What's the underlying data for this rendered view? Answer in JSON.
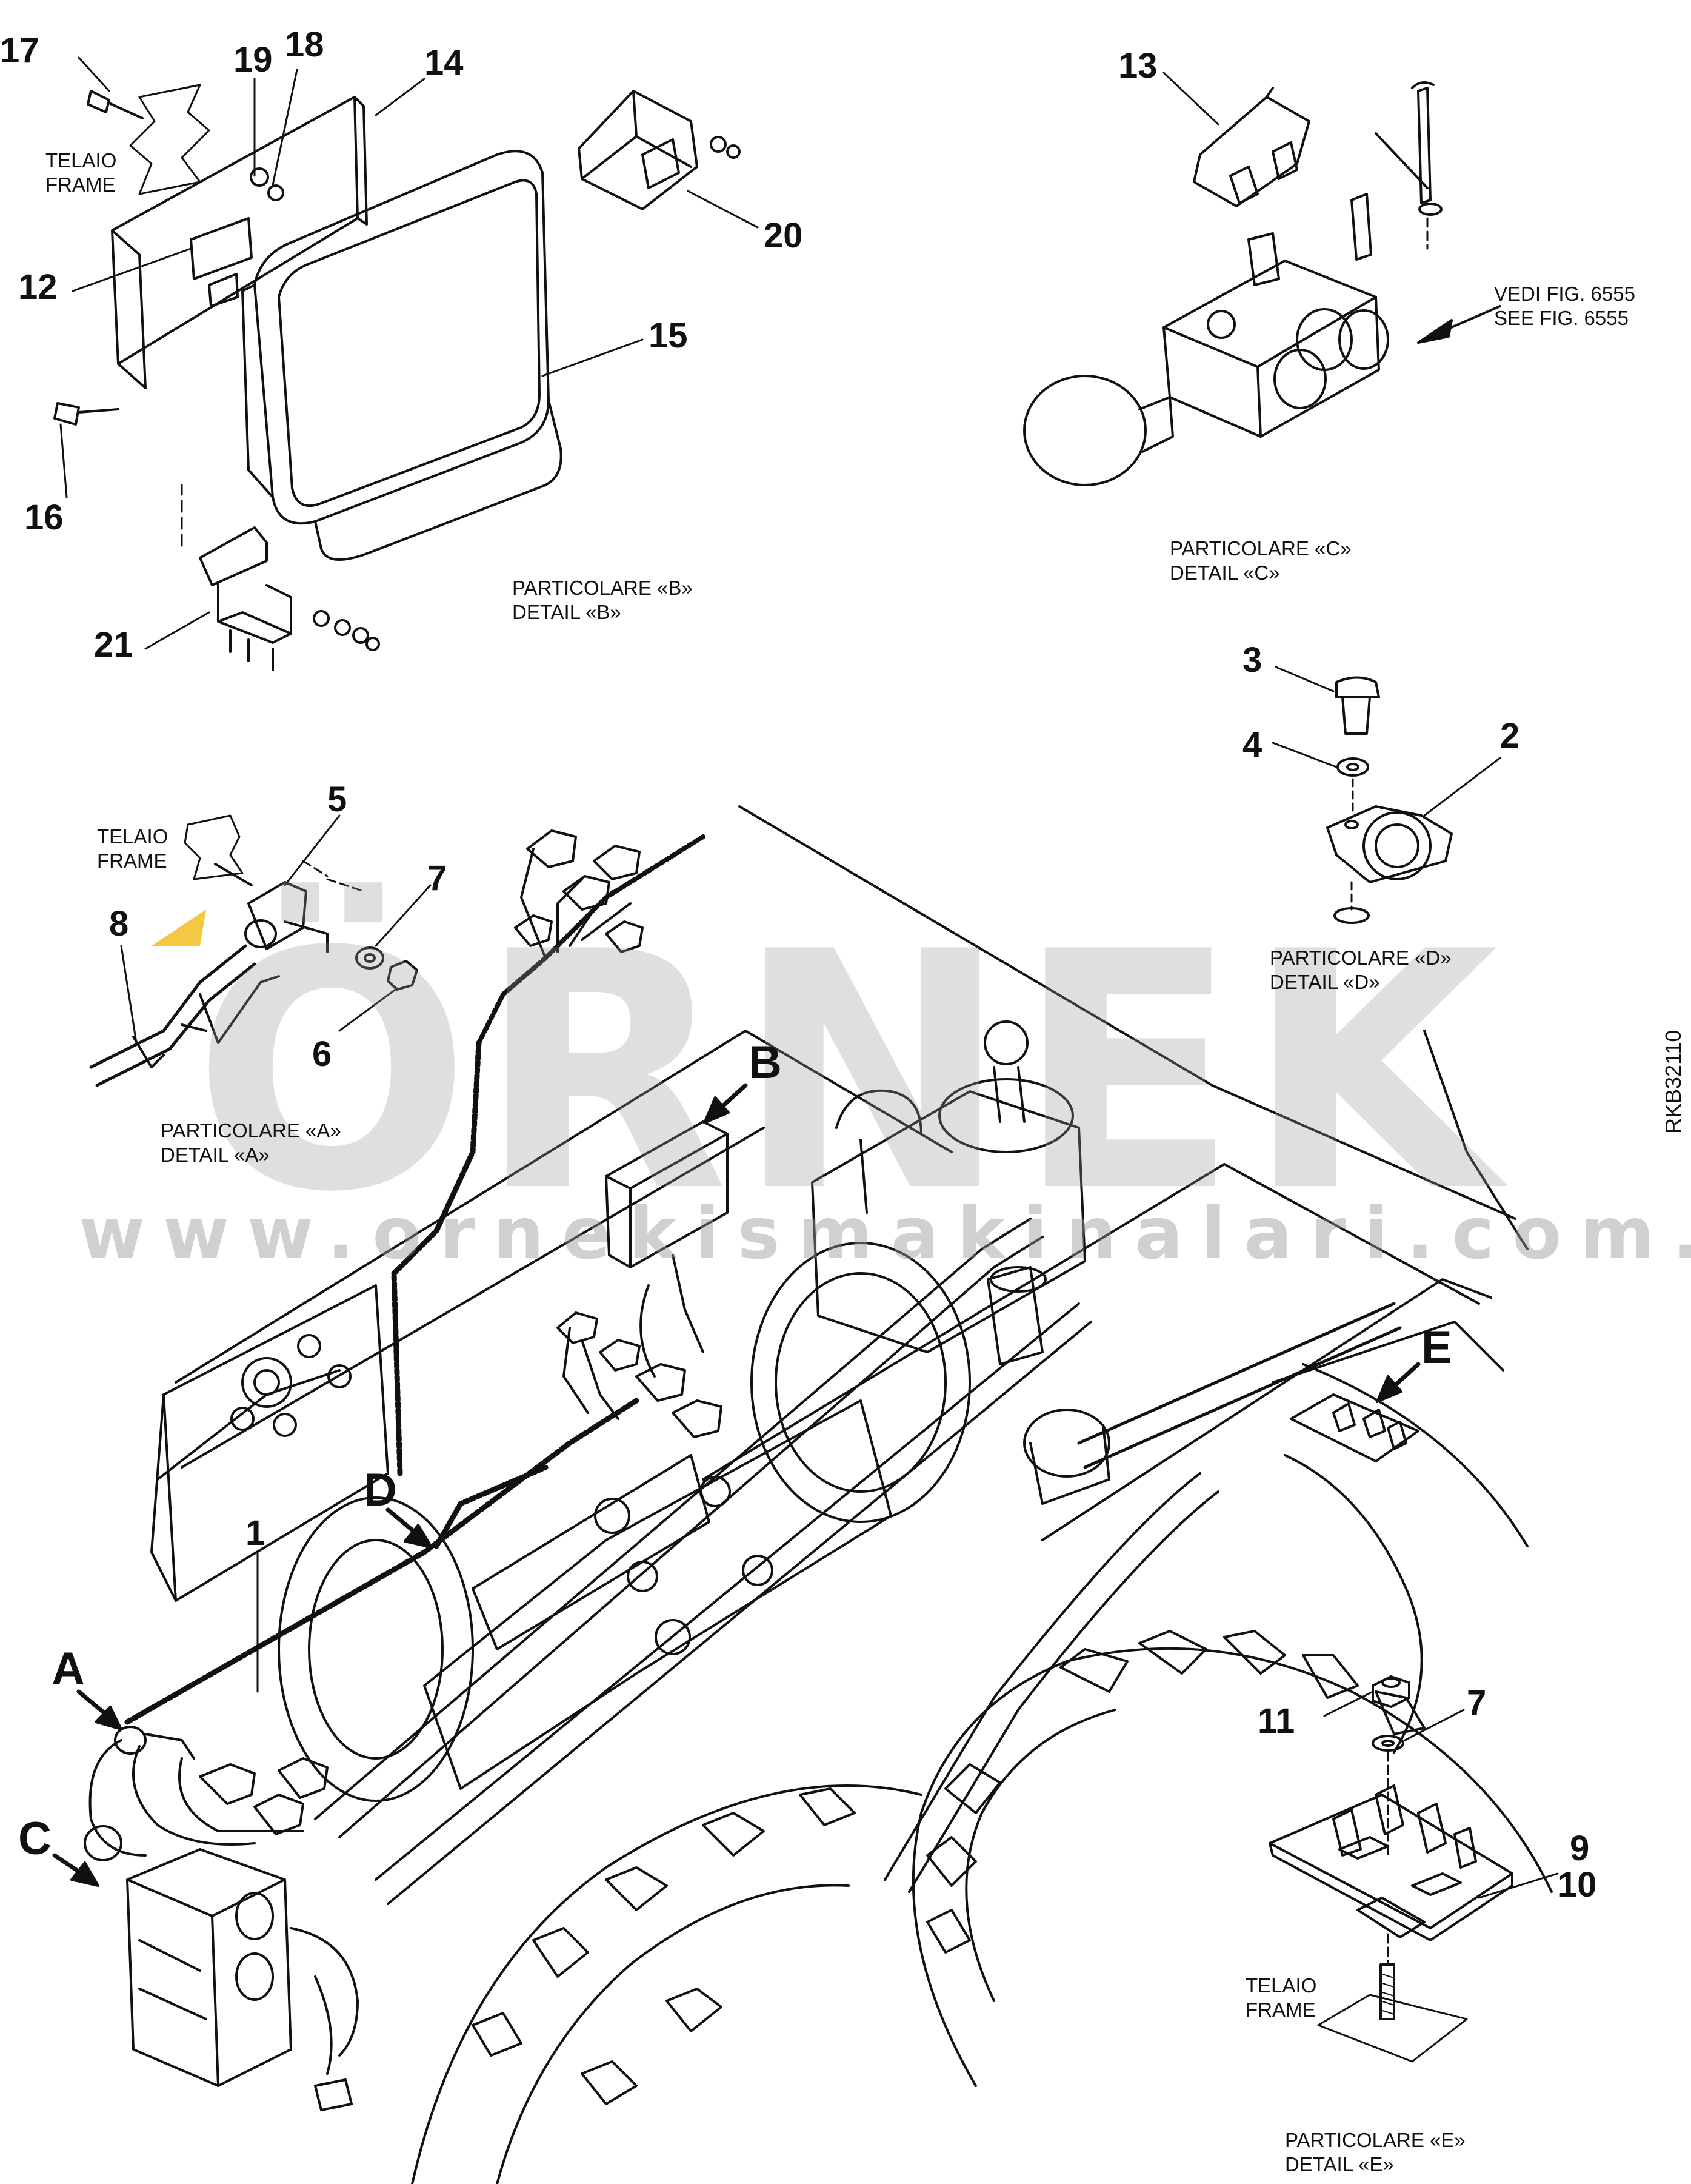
{
  "drawing_code": "RKB32110",
  "watermark": {
    "brand": "ÖRNEK",
    "url": "www.ornekismakinalari.com.tr"
  },
  "colors": {
    "line": "#111111",
    "watermark": "#969696",
    "accent_mark": "#f4c842"
  },
  "callouts": {
    "c1": "1",
    "c2": "2",
    "c3": "3",
    "c4": "4",
    "c5": "5",
    "c6": "6",
    "c7a": "7",
    "c7e": "7",
    "c8": "8",
    "c9": "9",
    "c10": "10",
    "c11": "11",
    "c12": "12",
    "c13": "13",
    "c14": "14",
    "c15": "15",
    "c16": "16",
    "c17": "17",
    "c18": "18",
    "c19": "19",
    "c20": "20",
    "c21": "21"
  },
  "detail_tags": {
    "A": "A",
    "B": "B",
    "C": "C",
    "D": "D",
    "E": "E"
  },
  "frame_labels": {
    "b": {
      "it": "TELAIO",
      "en": "FRAME"
    },
    "a": {
      "it": "TELAIO",
      "en": "FRAME"
    },
    "e": {
      "it": "TELAIO",
      "en": "FRAME"
    }
  },
  "see_note": {
    "it": "VEDI FIG. 6555",
    "en": "SEE FIG. 6555"
  },
  "captions": {
    "b": {
      "it": "PARTICOLARE «B»",
      "en": "DETAIL «B»"
    },
    "c": {
      "it": "PARTICOLARE «C»",
      "en": "DETAIL «C»"
    },
    "d": {
      "it": "PARTICOLARE «D»",
      "en": "DETAIL «D»"
    },
    "a": {
      "it": "PARTICOLARE «A»",
      "en": "DETAIL «A»"
    },
    "e": {
      "it": "PARTICOLARE «E»",
      "en": "DETAIL «E»"
    }
  }
}
